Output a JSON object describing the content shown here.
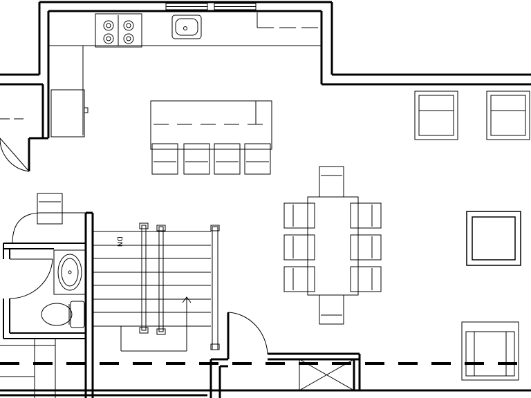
{
  "floorplan": {
    "stair_label": "DN",
    "colors": {
      "line": "#000000",
      "background": "#ffffff"
    },
    "rooms": [
      "kitchen",
      "living-area",
      "dining-area",
      "stairwell",
      "bathroom",
      "entry"
    ],
    "furniture": {
      "island_stools": 4,
      "dining_chairs": 8,
      "armchairs": 3,
      "stair_treads": 7
    }
  }
}
